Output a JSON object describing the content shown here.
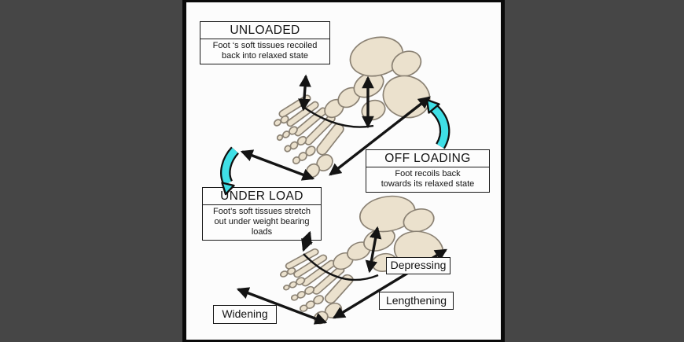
{
  "colors": {
    "backdrop": "#464646",
    "panel": "#fcfcfc",
    "ink": "#1a1a1a",
    "cycle_arrow_cyan": "#3fdfe6",
    "bone_fill": "#ebe1cd",
    "bone_outline": "#8b8274"
  },
  "boxes": {
    "unloaded": {
      "title": "UNLOADED",
      "body": "Foot ‘s soft tissues recoiled\nback into relaxed state"
    },
    "off_loading": {
      "title": "OFF LOADING",
      "body": "Foot recoils back\ntowards its relaxed state"
    },
    "under_load": {
      "title": "UNDER LOAD",
      "body": "Foot’s soft tissues stretch\nout under weight bearing\nloads"
    }
  },
  "tags": {
    "depressing": "Depressing",
    "lengthening": "Lengthening",
    "widening": "Widening"
  },
  "figures": {
    "top_foot": "unloaded-foot-skeleton",
    "bottom_foot": "loaded-foot-skeleton",
    "cycle_arrow_left": "cyan-curved-arrow-down",
    "cycle_arrow_right": "cyan-curved-arrow-up",
    "black_arrows": "double-headed-dimension-arrows"
  }
}
